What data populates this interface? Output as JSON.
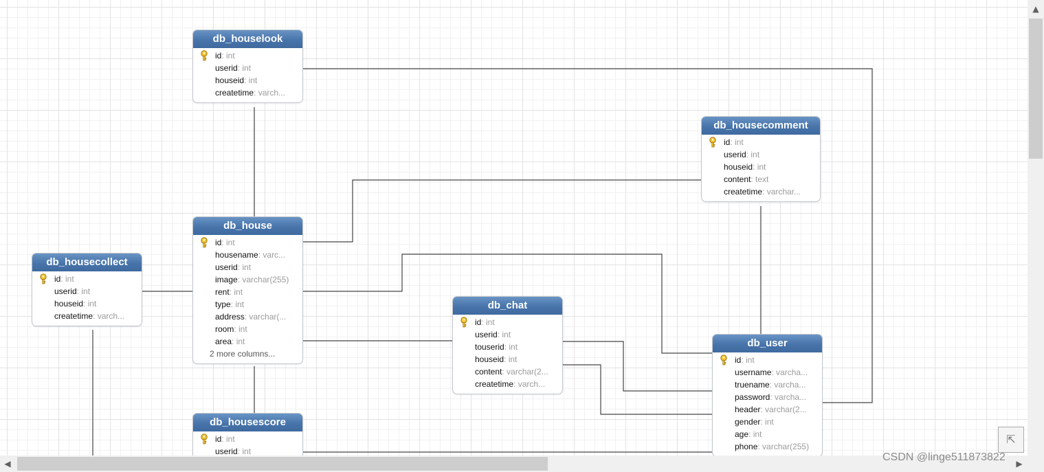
{
  "tables": {
    "houselook": {
      "name": "db_houselook",
      "columns": [
        {
          "name": "id",
          "type": "int",
          "key": true
        },
        {
          "name": "userid",
          "type": "int"
        },
        {
          "name": "houseid",
          "type": "int"
        },
        {
          "name": "createtime",
          "type": "varch..."
        }
      ]
    },
    "housecomment": {
      "name": "db_housecomment",
      "columns": [
        {
          "name": "id",
          "type": "int",
          "key": true
        },
        {
          "name": "userid",
          "type": "int"
        },
        {
          "name": "houseid",
          "type": "int"
        },
        {
          "name": "content",
          "type": "text"
        },
        {
          "name": "createtime",
          "type": "varchar..."
        }
      ]
    },
    "house": {
      "name": "db_house",
      "columns": [
        {
          "name": "id",
          "type": "int",
          "key": true
        },
        {
          "name": "housename",
          "type": "varc..."
        },
        {
          "name": "userid",
          "type": "int"
        },
        {
          "name": "image",
          "type": "varchar(255)"
        },
        {
          "name": "rent",
          "type": "int"
        },
        {
          "name": "type",
          "type": "int"
        },
        {
          "name": "address",
          "type": "varchar(..."
        },
        {
          "name": "room",
          "type": "int"
        },
        {
          "name": "area",
          "type": "int"
        }
      ],
      "more": "2 more columns..."
    },
    "housecollect": {
      "name": "db_housecollect",
      "columns": [
        {
          "name": "id",
          "type": "int",
          "key": true
        },
        {
          "name": "userid",
          "type": "int"
        },
        {
          "name": "houseid",
          "type": "int"
        },
        {
          "name": "createtime",
          "type": "varch..."
        }
      ]
    },
    "chat": {
      "name": "db_chat",
      "columns": [
        {
          "name": "id",
          "type": "int",
          "key": true
        },
        {
          "name": "userid",
          "type": "int"
        },
        {
          "name": "touserid",
          "type": "int"
        },
        {
          "name": "houseid",
          "type": "int"
        },
        {
          "name": "content",
          "type": "varchar(2..."
        },
        {
          "name": "createtime",
          "type": "varch..."
        }
      ]
    },
    "user": {
      "name": "db_user",
      "columns": [
        {
          "name": "id",
          "type": "int",
          "key": true
        },
        {
          "name": "username",
          "type": "varcha..."
        },
        {
          "name": "truename",
          "type": "varcha..."
        },
        {
          "name": "password",
          "type": "varcha..."
        },
        {
          "name": "header",
          "type": "varchar(2..."
        },
        {
          "name": "gender",
          "type": "int"
        },
        {
          "name": "age",
          "type": "int"
        },
        {
          "name": "phone",
          "type": "varchar(255)"
        }
      ]
    },
    "housescore": {
      "name": "db_housescore",
      "columns": [
        {
          "name": "id",
          "type": "int",
          "key": true
        },
        {
          "name": "userid",
          "type": "int"
        }
      ]
    }
  },
  "controls": {
    "scroll_up": "▲",
    "scroll_left": "◀",
    "scroll_right": "▶",
    "fit_icon": "⇱"
  },
  "watermark": "CSDN @linge511873822",
  "colors": {
    "header": "#4774aa",
    "line": "#444444",
    "key": "#e8b82a"
  }
}
